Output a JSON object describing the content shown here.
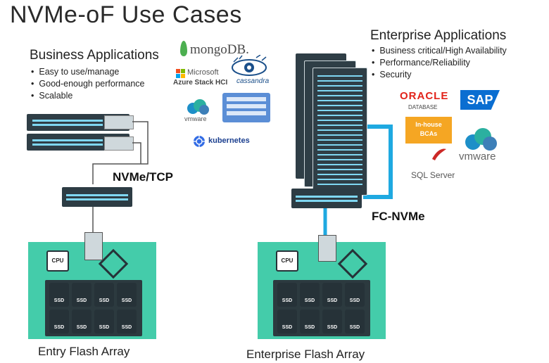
{
  "title": "NVMe-oF Use Cases",
  "business": {
    "heading": "Business Applications",
    "bullets": [
      "Easy to use/manage",
      "Good-enough performance",
      "Scalable"
    ]
  },
  "enterprise": {
    "heading": "Enterprise Applications",
    "bullets": [
      "Business critical/High Availability",
      "Performance/Reliability",
      "Security"
    ]
  },
  "left_logos": {
    "mongodb": "mongoDB.",
    "microsoft_line1": "Microsoft",
    "microsoft_line2": "Azure Stack HCI",
    "cassandra": "cassandra",
    "vmware": "vmware",
    "kubernetes": "kubernetes"
  },
  "right_logos": {
    "oracle": "ORACLE",
    "oracle_sub": "DATABASE",
    "sap": "SAP",
    "inhouse_line1": "In-house",
    "inhouse_line2": "BCAs",
    "sqlserver": "SQL Server",
    "vmware": "vmware"
  },
  "protocols": {
    "left": "NVMe/TCP",
    "right": "FC-NVMe"
  },
  "arrays": {
    "left_label": "Entry Flash Array",
    "right_label": "Enterprise Flash Array",
    "cpu_label": "CPU",
    "ssd_label": "SSD"
  },
  "colors": {
    "array": "#44ccaa",
    "fc_link": "#1fa9e1",
    "dark": "#2f3e46",
    "inhouse": "#f5a623",
    "oracle": "#e2231a",
    "sap": "#0a6ed1"
  }
}
